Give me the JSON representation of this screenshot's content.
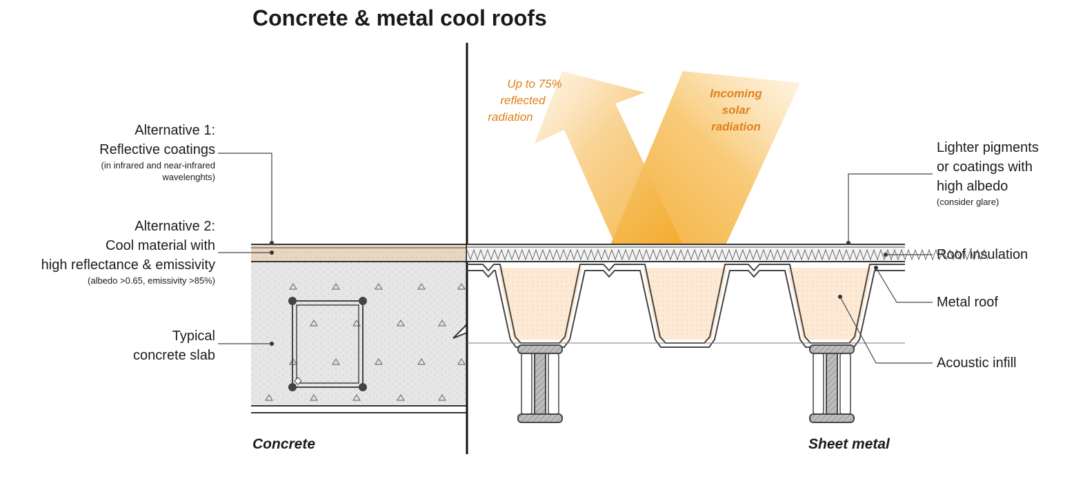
{
  "title": "Concrete & metal cool roofs",
  "left_labels": {
    "alt1_heading": "Alternative 1:",
    "alt1_name": "Reflective coatings",
    "alt1_note_1": "(in infrared and near-infrared",
    "alt1_note_2": "wavelenghts)",
    "alt2_heading": "Alternative 2:",
    "alt2_line1": "Cool material with",
    "alt2_line2": "high reflectance & emissivity",
    "alt2_note": "(albedo >0.65, emissivity >85%)",
    "slab_line1": "Typical",
    "slab_line2": "concrete slab"
  },
  "radiation": {
    "reflected_1": "Up to 75%",
    "reflected_2": "reflected",
    "reflected_3": "radiation",
    "incoming_1": "Incoming",
    "incoming_2": "solar",
    "incoming_3": "radiation"
  },
  "right_labels": {
    "pigments_1": "Lighter pigments",
    "pigments_2": "or coatings with",
    "pigments_3": "high albedo",
    "pigments_note": "(consider glare)",
    "insulation": "Roof insulation",
    "metal_roof": "Metal roof",
    "acoustic": "Acoustic infill"
  },
  "captions": {
    "concrete": "Concrete",
    "sheet_metal": "Sheet metal"
  },
  "colors": {
    "orange_text": "#e07f16",
    "beam_light": "#f9d79a",
    "beam_dark": "#f0a21e",
    "infill": "#fde9d4",
    "concrete": "#e6e6e6",
    "surface_layer": "#e7d3bd"
  }
}
